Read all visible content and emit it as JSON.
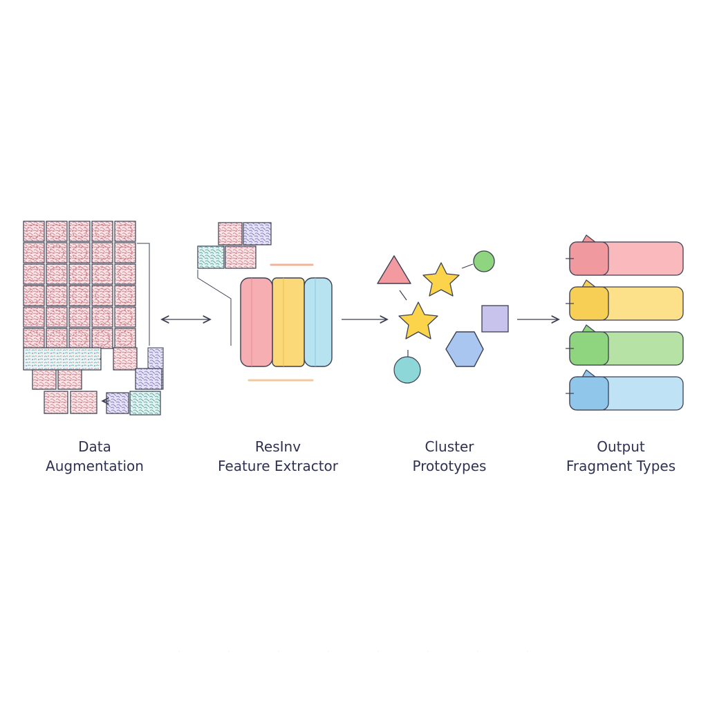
{
  "stages": [
    {
      "line1": "Data",
      "line2": "Augmentation"
    },
    {
      "line1": "ResInv",
      "line2": "Feature Extractor"
    },
    {
      "line1": "Cluster",
      "line2": "Prototypes"
    },
    {
      "line1": "Output",
      "line2": "Fragment Types"
    }
  ],
  "colors": {
    "red": "#f4a7ab",
    "yellow": "#fbd66d",
    "blue": "#a9dcec",
    "green": "#8fd47f",
    "purple": "#c7c3ec",
    "teal": "#8ed7d8",
    "outline": "#2f3447"
  },
  "icons": [
    "image-tile-grid-icon",
    "feature-extractor-block-icon",
    "triangle-prototype-icon",
    "star-prototype-icon",
    "circle-prototype-icon",
    "square-prototype-icon",
    "hexagon-prototype-icon",
    "output-bar-icon"
  ]
}
